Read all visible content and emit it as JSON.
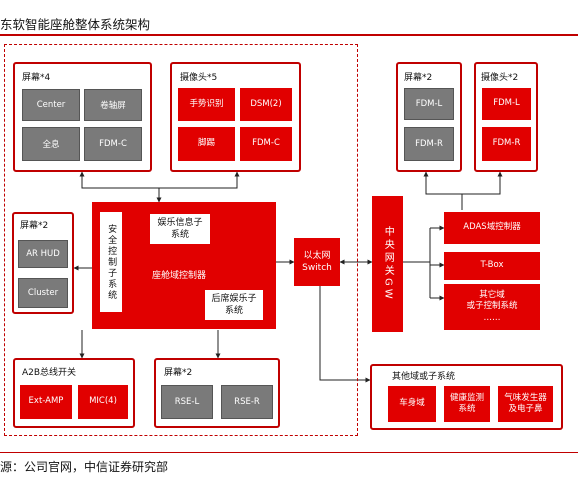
{
  "title": "东软智能座舱整体系统架构",
  "source": "源：公司官网，中信证券研究部",
  "colors": {
    "accent": "#c00000",
    "red_box": "#e10000",
    "gray_box": "#7a7a7a"
  },
  "screens_top": {
    "label": "屏幕*4",
    "items": [
      "Center",
      "卷轴屏",
      "全息",
      "FDM-C"
    ]
  },
  "cameras_top": {
    "label": "摄像头*5",
    "items": [
      "手势识别",
      "DSM(2)",
      "脚踢",
      "FDM-C"
    ]
  },
  "screens_left": {
    "label": "屏幕*2",
    "items": [
      "AR HUD",
      "Cluster"
    ]
  },
  "cockpit": {
    "label": "座舱域控制器",
    "safety": "安全控制子系统",
    "entertainment": "娱乐信息子系统",
    "rear": "后席娱乐子系统"
  },
  "ethernet": {
    "line1": "以太网",
    "line2": "Switch"
  },
  "gateway": "中央网关GW",
  "screens_right": {
    "label": "屏幕*2",
    "items": [
      "FDM-L",
      "FDM-R"
    ]
  },
  "cameras_right": {
    "label": "摄像头*2",
    "items": [
      "FDM-L",
      "FDM-R"
    ]
  },
  "right_column": {
    "adas": "ADAS域控制器",
    "tbox": "T-Box",
    "other_line1": "其它域",
    "other_line2": "或子控制系统",
    "other_line3": "……"
  },
  "a2b": {
    "label": "A2B总线开关",
    "items": [
      "Ext-AMP",
      "MIC(4)"
    ]
  },
  "screens_bottom": {
    "label": "屏幕*2",
    "items": [
      "RSE-L",
      "RSE-R"
    ]
  },
  "other_domains": {
    "label": "其他域或子系统",
    "items": [
      "车身域",
      "健康监测系统",
      "气味发生器及电子鼻"
    ]
  }
}
